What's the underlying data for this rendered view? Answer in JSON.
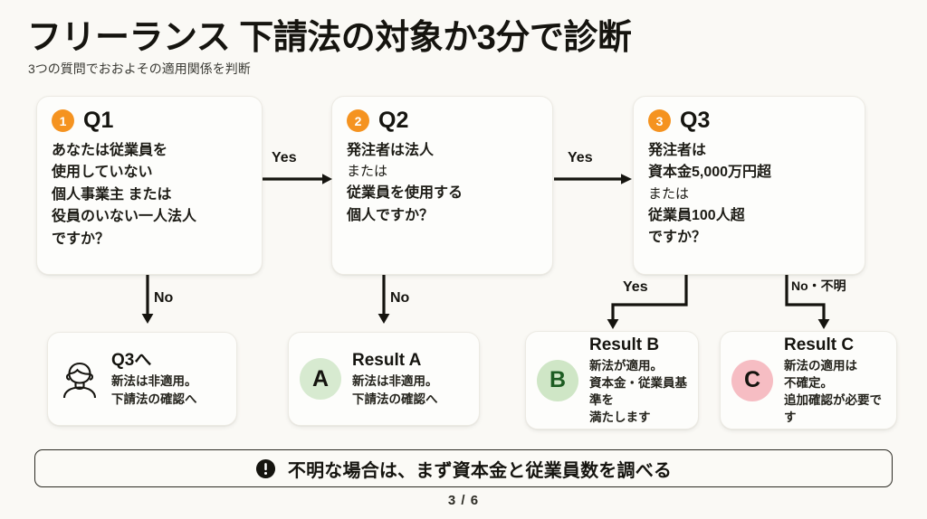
{
  "header": {
    "title": "フリーランス 下請法の対象か3分で診断",
    "subtitle": "3つの質問でおおよその適用関係を判断"
  },
  "questions": [
    {
      "badge": "1",
      "label": "Q1",
      "lines": [
        "あなたは従業員を",
        "使用していない",
        "個人事業主 または",
        "役員のいない一人法人",
        "ですか？"
      ]
    },
    {
      "badge": "2",
      "label": "Q2",
      "lines": [
        "発注者は法人",
        "または",
        "従業員を使用する",
        "個人ですか？"
      ]
    },
    {
      "badge": "3",
      "label": "Q3",
      "lines": [
        "発注者は",
        "資本金5,000万円超",
        "または",
        "従業員100人超",
        "ですか？"
      ]
    }
  ],
  "results": [
    {
      "icon": "person-icon",
      "circle_fill": "none",
      "letter": "",
      "title": "Q3へ",
      "lines": [
        "新法は非適用。",
        "下請法の確認へ"
      ]
    },
    {
      "icon": "letter-badge",
      "circle_fill": "#d7ead0",
      "letter": "A",
      "letter_color": "#15140f",
      "title": "Result A",
      "lines": [
        "新法は非適用。",
        "下請法の確認へ"
      ]
    },
    {
      "icon": "letter-badge",
      "circle_fill": "#cfe6c6",
      "letter": "B",
      "letter_color": "#1d5c22",
      "title": "Result B",
      "lines": [
        "新法が適用。",
        "資本金・従業員基準を",
        "満たします"
      ]
    },
    {
      "icon": "letter-badge",
      "circle_fill": "#f6bdc3",
      "letter": "C",
      "letter_color": "#15140f",
      "title": "Result C",
      "lines": [
        "新法の適用は",
        "不確定。",
        "追加確認が必要です"
      ]
    }
  ],
  "connectors": {
    "q1_to_q2": "Yes",
    "q2_to_q3": "Yes",
    "q1_down": "No",
    "q2_down": "No",
    "q3_yes": "Yes",
    "q3_no": "No・不明"
  },
  "banner": {
    "icon": "exclamation-circle-icon",
    "text": "不明な場合は、まず資本金と従業員数を調べる"
  },
  "footer": {
    "page": "3 / 6"
  },
  "colors": {
    "background": "#faf9f5",
    "card": "#fdfdfb",
    "accent_orange": "#f59320",
    "text": "#15140f",
    "green_light": "#d7ead0",
    "green_dark": "#1d5c22",
    "pink": "#f6bdc3"
  }
}
